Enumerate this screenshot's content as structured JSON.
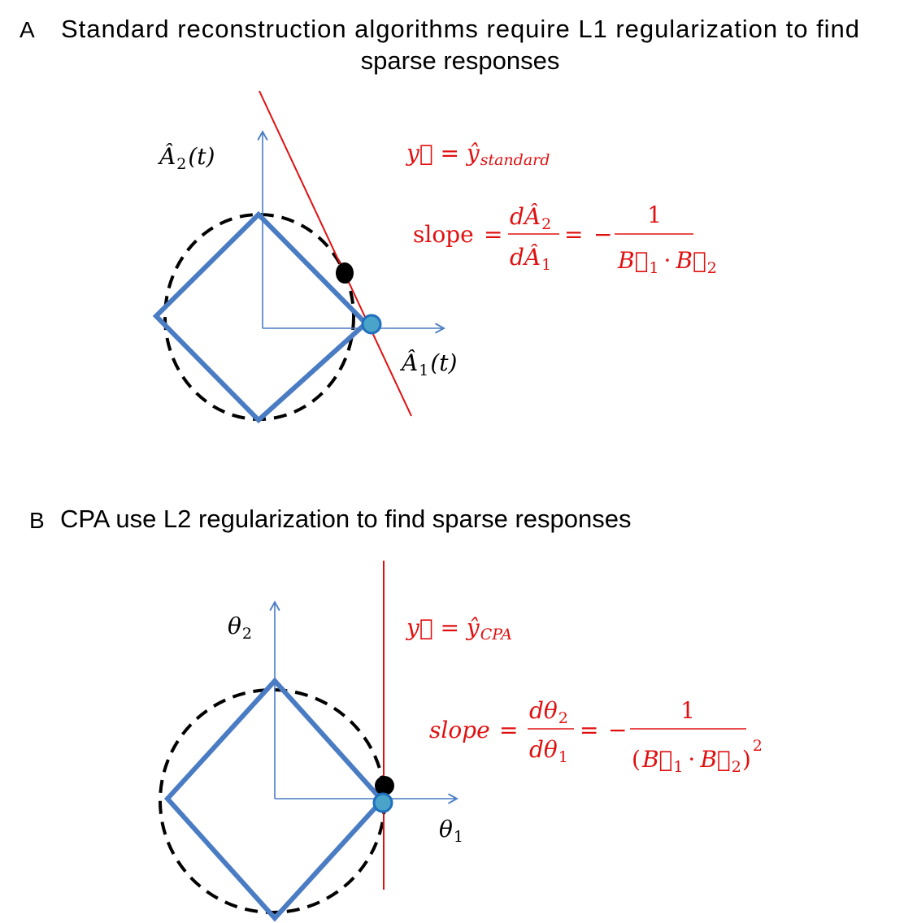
{
  "panel_a": {
    "letter": "A",
    "title_line1": "Standard reconstruction algorithms require L1 regularization to find",
    "title_line2": "sparse responses",
    "y_axis_label": "Â",
    "y_axis_sub": "2",
    "y_axis_arg": "(t)",
    "x_axis_label": "Â",
    "x_axis_sub": "1",
    "x_axis_arg": "(t)",
    "line_eq_lhs": "y⃗ = ŷ",
    "line_eq_sub": "standard",
    "slope_word": "slope",
    "equals": "=",
    "dA": "dÂ",
    "sub_two": "2",
    "sub_one": "1",
    "minus": "−",
    "one": "1",
    "b1": "B⃗",
    "dot": "·",
    "b2": "B⃗"
  },
  "panel_b": {
    "letter": "B",
    "title": "CPA use L2 regularization to find sparse responses",
    "y_axis_label": "θ",
    "y_axis_sub": "2",
    "x_axis_label": "θ",
    "x_axis_sub": "1",
    "line_eq_lhs": "y⃗ = ŷ",
    "line_eq_sub": "CPA",
    "slope_word": "slope",
    "equals": "=",
    "dtheta": "dθ",
    "sub_two": "2",
    "sub_one": "1",
    "minus": "−",
    "one": "1",
    "b1": "B⃗",
    "dot": "·",
    "b2": "B⃗",
    "lparen": "(",
    "rparen": ")",
    "exponent": "2"
  },
  "colors": {
    "diamond": "#4a7cc4",
    "axis": "#4a7cc4",
    "constraint_line": "#e01010",
    "dashed_circle": "#000000",
    "black_point": "#000000",
    "blue_point_fill": "#4aa3c8",
    "blue_point_stroke": "#1f6fbf",
    "equation_text": "#e01010"
  }
}
